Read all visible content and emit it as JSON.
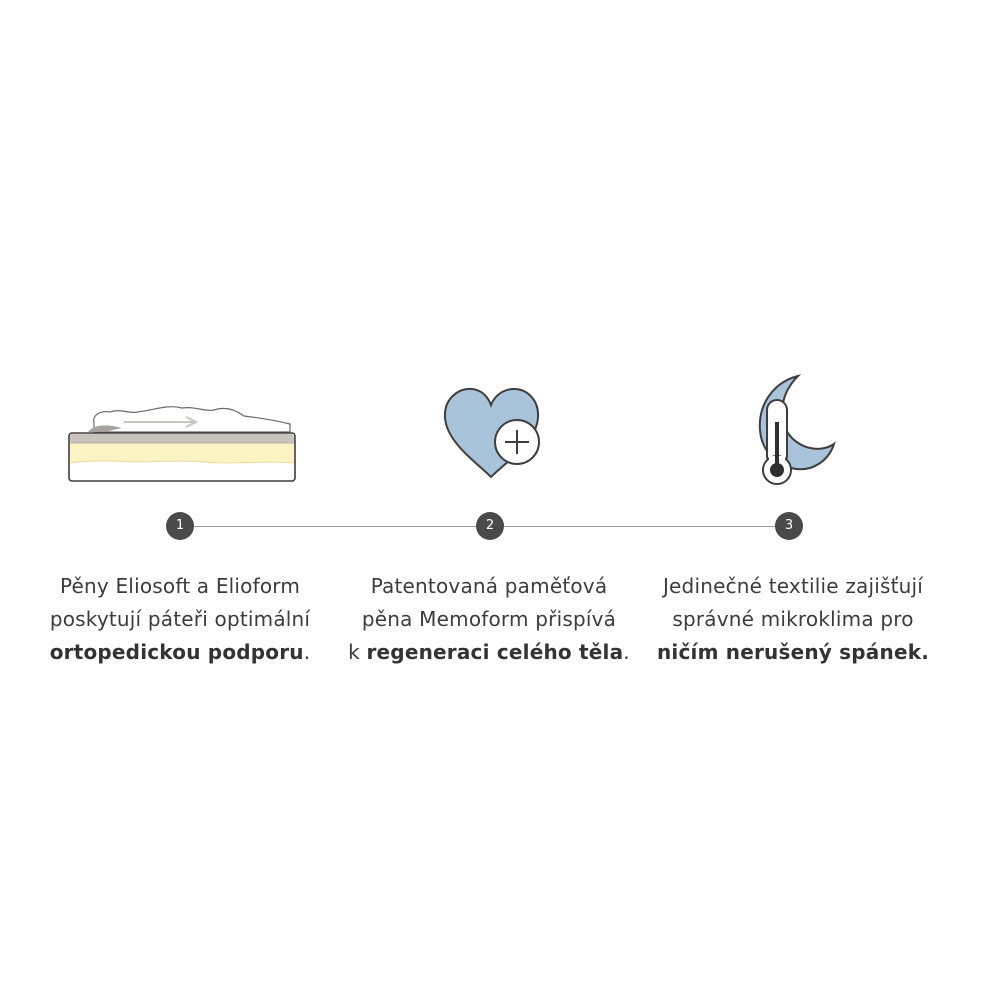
{
  "steps": [
    {
      "number": "1",
      "icon": "mattress-layers-icon",
      "line1": "Pěny Eliosoft a Elioform",
      "line2": "poskytují páteři optimální",
      "line3_bold": "ortopedickou podporu",
      "line3_tail": "."
    },
    {
      "number": "2",
      "icon": "heart-plus-icon",
      "line1": "Patentovaná paměťová",
      "line2": "pěna Memoform přispívá",
      "line3_lead": "k ",
      "line3_bold": "regeneraci celého těla",
      "line3_tail": "."
    },
    {
      "number": "3",
      "icon": "moon-thermometer-icon",
      "line1": "Jedinečné textilie zajišťují",
      "line2": "správné mikroklima pro",
      "line3_bold": "ničím nerušený spánek."
    }
  ],
  "colors": {
    "icon_blue": "#a8c3da",
    "icon_outline": "#3e3e3e",
    "dot": "#4a4a4a",
    "foam_yellow": "#fbf3c4",
    "foam_grey": "#c9c3bd"
  }
}
